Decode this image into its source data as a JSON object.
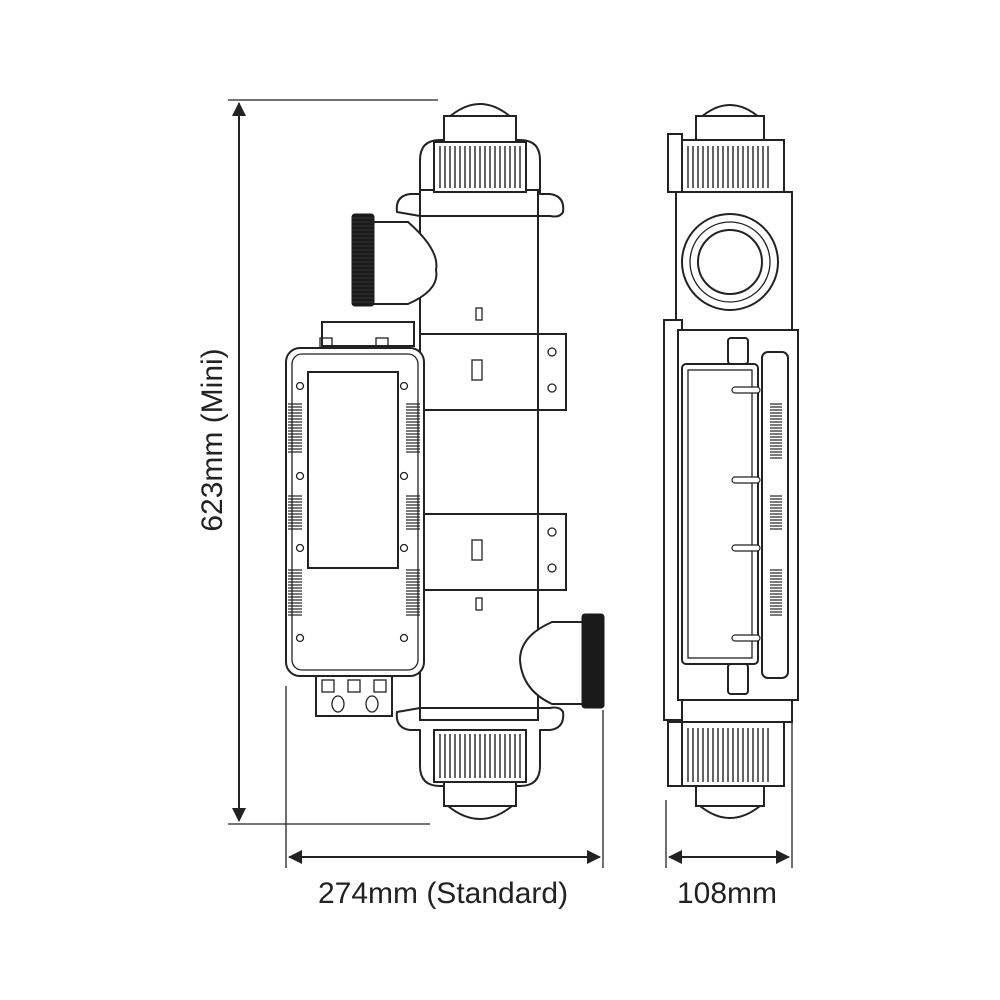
{
  "dimensions": {
    "height_label": "623mm (Mini)",
    "width_standard_label": "274mm (Standard)",
    "width_side_label": "108mm"
  },
  "colors": {
    "line": "#222222",
    "background": "#ffffff"
  }
}
